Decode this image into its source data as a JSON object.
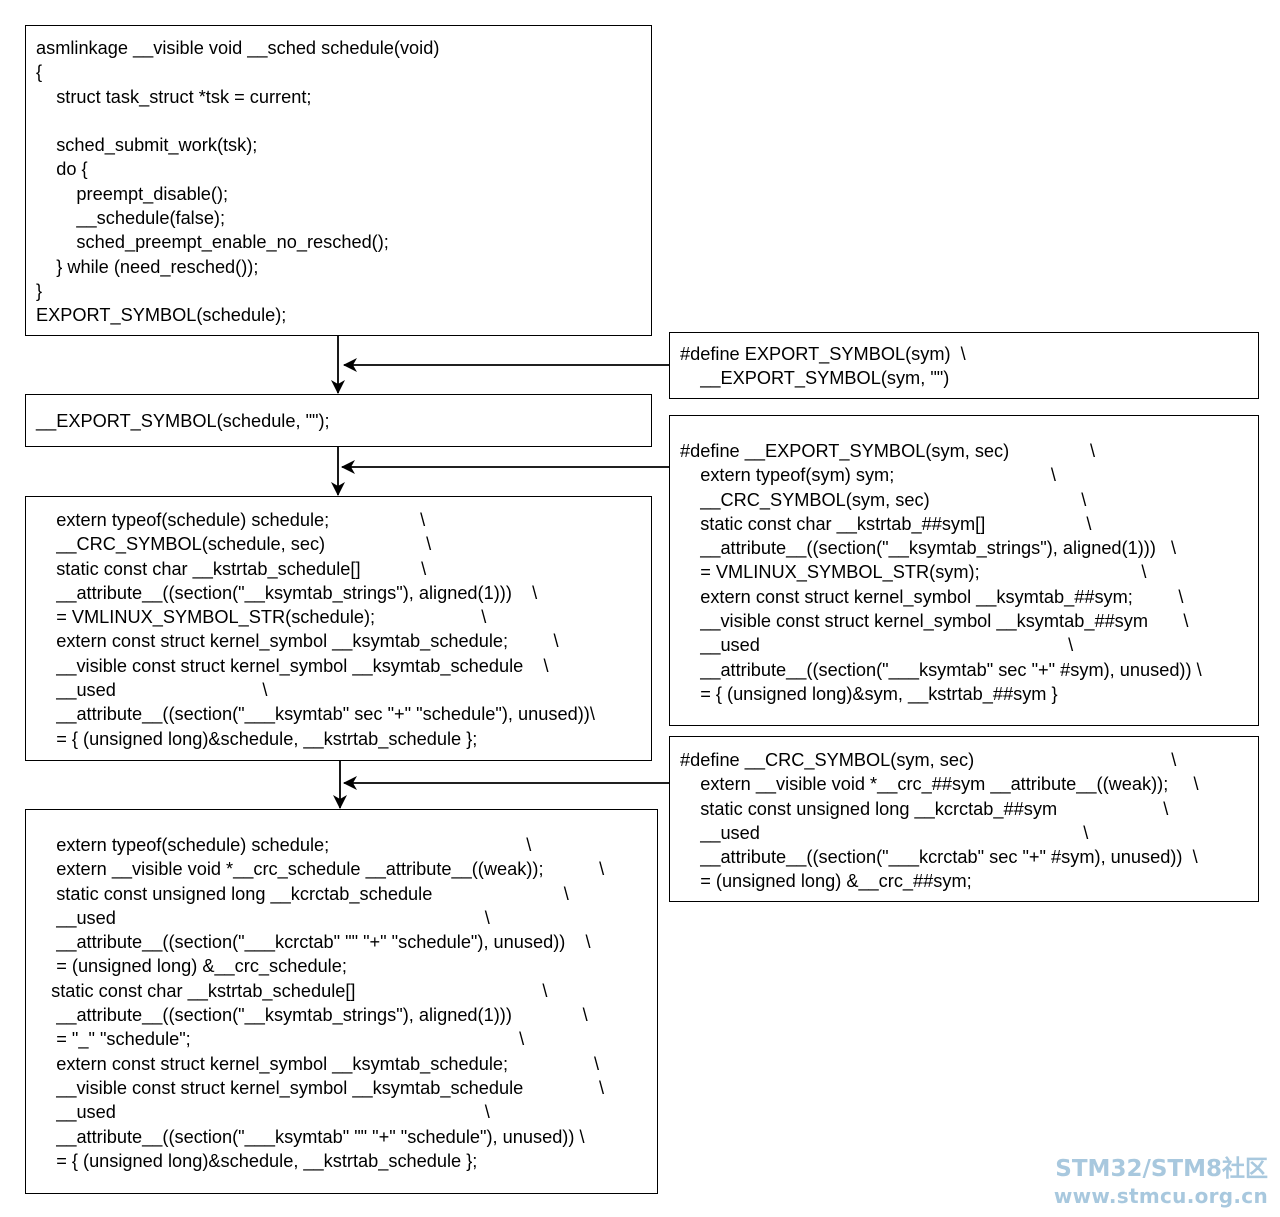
{
  "colors": {
    "stroke": "#000000",
    "background": "#ffffff",
    "watermark": "#a8c8de"
  },
  "boxes": {
    "schedule_fn": {
      "lines": [
        "asmlinkage __visible void __sched schedule(void)",
        "{",
        "    struct task_struct *tsk = current;",
        "",
        "    sched_submit_work(tsk);",
        "    do {",
        "        preempt_disable();",
        "        __schedule(false);",
        "        sched_preempt_enable_no_resched();",
        "    } while (need_resched());",
        "}",
        "EXPORT_SYMBOL(schedule);"
      ]
    },
    "export_symbol_call": {
      "lines": [
        "__EXPORT_SYMBOL(schedule, \"\");"
      ]
    },
    "first_expansion": {
      "lines": [
        "    extern typeof(schedule) schedule;                  \\",
        "    __CRC_SYMBOL(schedule, sec)                    \\",
        "    static const char __kstrtab_schedule[]            \\",
        "    __attribute__((section(\"__ksymtab_strings\"), aligned(1)))    \\",
        "    = VMLINUX_SYMBOL_STR(schedule);                     \\",
        "    extern const struct kernel_symbol __ksymtab_schedule;         \\",
        "    __visible const struct kernel_symbol __ksymtab_schedule    \\",
        "    __used                             \\",
        "    __attribute__((section(\"___ksymtab\" sec \"+\" \"schedule\"), unused))\\",
        "    = { (unsigned long)&schedule, __kstrtab_schedule };"
      ]
    },
    "final_expansion": {
      "lines": [
        "    extern typeof(schedule) schedule;                                       \\",
        "    extern __visible void *__crc_schedule __attribute__((weak));           \\",
        "    static const unsigned long __kcrctab_schedule                          \\",
        "    __used                                                                         \\",
        "    __attribute__((section(\"___kcrctab\" \"\" \"+\" \"schedule\"), unused))    \\",
        "    = (unsigned long) &__crc_schedule;",
        "   static const char __kstrtab_schedule[]                                     \\",
        "    __attribute__((section(\"__ksymtab_strings\"), aligned(1)))              \\",
        "    = \"_\" \"schedule\";                                                                 \\",
        "    extern const struct kernel_symbol __ksymtab_schedule;                 \\",
        "    __visible const struct kernel_symbol __ksymtab_schedule               \\",
        "    __used                                                                         \\",
        "    __attribute__((section(\"___ksymtab\" \"\" \"+\" \"schedule\"), unused)) \\",
        "    = { (unsigned long)&schedule, __kstrtab_schedule };"
      ]
    },
    "define_export_symbol": {
      "lines": [
        "#define EXPORT_SYMBOL(sym)  \\",
        "    __EXPORT_SYMBOL(sym, \"\")"
      ]
    },
    "define_export_symbol_inner": {
      "lines": [
        "#define __EXPORT_SYMBOL(sym, sec)                \\",
        "    extern typeof(sym) sym;                               \\",
        "    __CRC_SYMBOL(sym, sec)                              \\",
        "    static const char __kstrtab_##sym[]                    \\",
        "    __attribute__((section(\"__ksymtab_strings\"), aligned(1)))   \\",
        "    = VMLINUX_SYMBOL_STR(sym);                                \\",
        "    extern const struct kernel_symbol __ksymtab_##sym;         \\",
        "    __visible const struct kernel_symbol __ksymtab_##sym       \\",
        "    __used                                                             \\",
        "    __attribute__((section(\"___ksymtab\" sec \"+\" #sym), unused)) \\",
        "    = { (unsigned long)&sym, __kstrtab_##sym }"
      ]
    },
    "define_crc_symbol": {
      "lines": [
        "#define __CRC_SYMBOL(sym, sec)                                       \\",
        "    extern __visible void *__crc_##sym __attribute__((weak));     \\",
        "    static const unsigned long __kcrctab_##sym                     \\",
        "    __used                                                                \\",
        "    __attribute__((section(\"___kcrctab\" sec \"+\" #sym), unused))  \\",
        "    = (unsigned long) &__crc_##sym;"
      ]
    }
  },
  "watermark": {
    "line1": "STM32/STM8社区",
    "line2": "www.stmcu.org.cn"
  }
}
